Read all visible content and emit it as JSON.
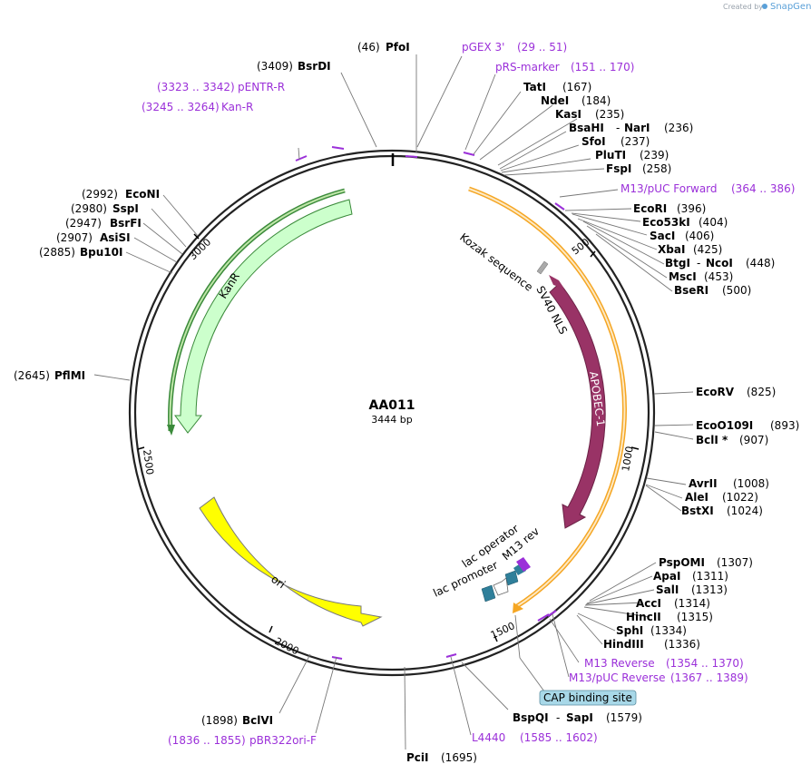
{
  "credit": {
    "prefix": "Created by",
    "brand": "SnapGene"
  },
  "plasmid": {
    "name": "AA011",
    "length": "3444 bp"
  },
  "ticks": [
    "500",
    "1000",
    "1500",
    "2000",
    "2500",
    "3000"
  ],
  "features": {
    "kozak": "Kozak sequence",
    "sv40": "SV40 NLS",
    "apobec": "APOBEC-1",
    "kanr": "KanR",
    "ori": "ori",
    "lac_operator": "lac operator",
    "lac_promoter": "lac promoter",
    "m13rev": "M13 rev",
    "cap": "CAP binding site"
  },
  "sites": {
    "pfoi": {
      "name": "PfoI",
      "pos": "(46)"
    },
    "bsrdi": {
      "name": "BsrDI",
      "pos": "(3409)"
    },
    "tati": {
      "name": "TatI",
      "pos": "(167)"
    },
    "ndei": {
      "name": "NdeI",
      "pos": "(184)"
    },
    "kasi": {
      "name": "KasI",
      "pos": "(235)"
    },
    "bsahi": {
      "name": "BsaHI",
      "sep": "-",
      "name2": "NarI",
      "pos": "(236)"
    },
    "sfoi": {
      "name": "SfoI",
      "pos": "(237)"
    },
    "pluti": {
      "name": "PluTI",
      "pos": "(239)"
    },
    "fspi": {
      "name": "FspI",
      "pos": "(258)"
    },
    "ecori": {
      "name": "EcoRI",
      "pos": "(396)"
    },
    "eco53ki": {
      "name": "Eco53kI",
      "pos": "(404)"
    },
    "saci": {
      "name": "SacI",
      "pos": "(406)"
    },
    "xbai": {
      "name": "XbaI",
      "pos": "(425)"
    },
    "btgi": {
      "name": "BtgI",
      "sep": "-",
      "name2": "NcoI",
      "pos": "(448)"
    },
    "msci": {
      "name": "MscI",
      "pos": "(453)"
    },
    "bseri": {
      "name": "BseRI",
      "pos": "(500)"
    },
    "ecorv": {
      "name": "EcoRV",
      "pos": "(825)"
    },
    "ecoo109i": {
      "name": "EcoO109I",
      "pos": "(893)"
    },
    "bcli": {
      "name": "BclI *",
      "pos": "(907)"
    },
    "avrii": {
      "name": "AvrII",
      "pos": "(1008)"
    },
    "alei": {
      "name": "AleI",
      "pos": "(1022)"
    },
    "bstxi": {
      "name": "BstXI",
      "pos": "(1024)"
    },
    "pspomi": {
      "name": "PspOMI",
      "pos": "(1307)"
    },
    "apai": {
      "name": "ApaI",
      "pos": "(1311)"
    },
    "sali": {
      "name": "SalI",
      "pos": "(1313)"
    },
    "acci": {
      "name": "AccI",
      "pos": "(1314)"
    },
    "hincii": {
      "name": "HincII",
      "pos": "(1315)"
    },
    "sphi": {
      "name": "SphI",
      "pos": "(1334)"
    },
    "hindiii": {
      "name": "HindIII",
      "pos": "(1336)"
    },
    "bspqi": {
      "name": "BspQI",
      "sep": "-",
      "name2": "SapI",
      "pos": "(1579)"
    },
    "pcii": {
      "name": "PciI",
      "pos": "(1695)"
    },
    "bclvi": {
      "name": "BclVI",
      "pos": "(1898)"
    },
    "pflmi": {
      "name": "PflMI",
      "pos": "(2645)"
    },
    "bpu10i": {
      "name": "Bpu10I",
      "pos": "(2885)"
    },
    "asisi": {
      "name": "AsiSI",
      "pos": "(2907)"
    },
    "bsrfi": {
      "name": "BsrFI",
      "pos": "(2947)"
    },
    "sspi": {
      "name": "SspI",
      "pos": "(2980)"
    },
    "econi": {
      "name": "EcoNI",
      "pos": "(2992)"
    }
  },
  "primers": {
    "pgex3": {
      "name": "pGEX 3'",
      "range": "(29 .. 51)"
    },
    "prs": {
      "name": "pRS-marker",
      "range": "(151 .. 170)"
    },
    "m13puc_fwd": {
      "name": "M13/pUC Forward",
      "range": "(364 .. 386)"
    },
    "pentr": {
      "name": "pENTR-R",
      "range": "(3323 .. 3342)"
    },
    "kanr_p": {
      "name": "Kan-R",
      "range": "(3245 .. 3264)"
    },
    "m13rev": {
      "name": "M13 Reverse",
      "range": "(1354 .. 1370)"
    },
    "m13puc_rev": {
      "name": "M13/pUC Reverse",
      "range": "(1367 .. 1389)"
    },
    "l4440": {
      "name": "L4440",
      "range": "(1585 .. 1602)"
    },
    "pbr322": {
      "name": "pBR322ori-F",
      "range": "(1836 .. 1855)"
    }
  },
  "colors": {
    "backbone": "#222222",
    "primer": "#9b30d9",
    "kanr_fill": "#ccffcc",
    "kanr_edge": "#3a8a3a",
    "ori_fill": "#ffff00",
    "apobec_fill": "#993366",
    "cds_arc": "#f5a623",
    "cap_fill": "#a8d8e8",
    "lac_fill": "#2f7f9a"
  }
}
